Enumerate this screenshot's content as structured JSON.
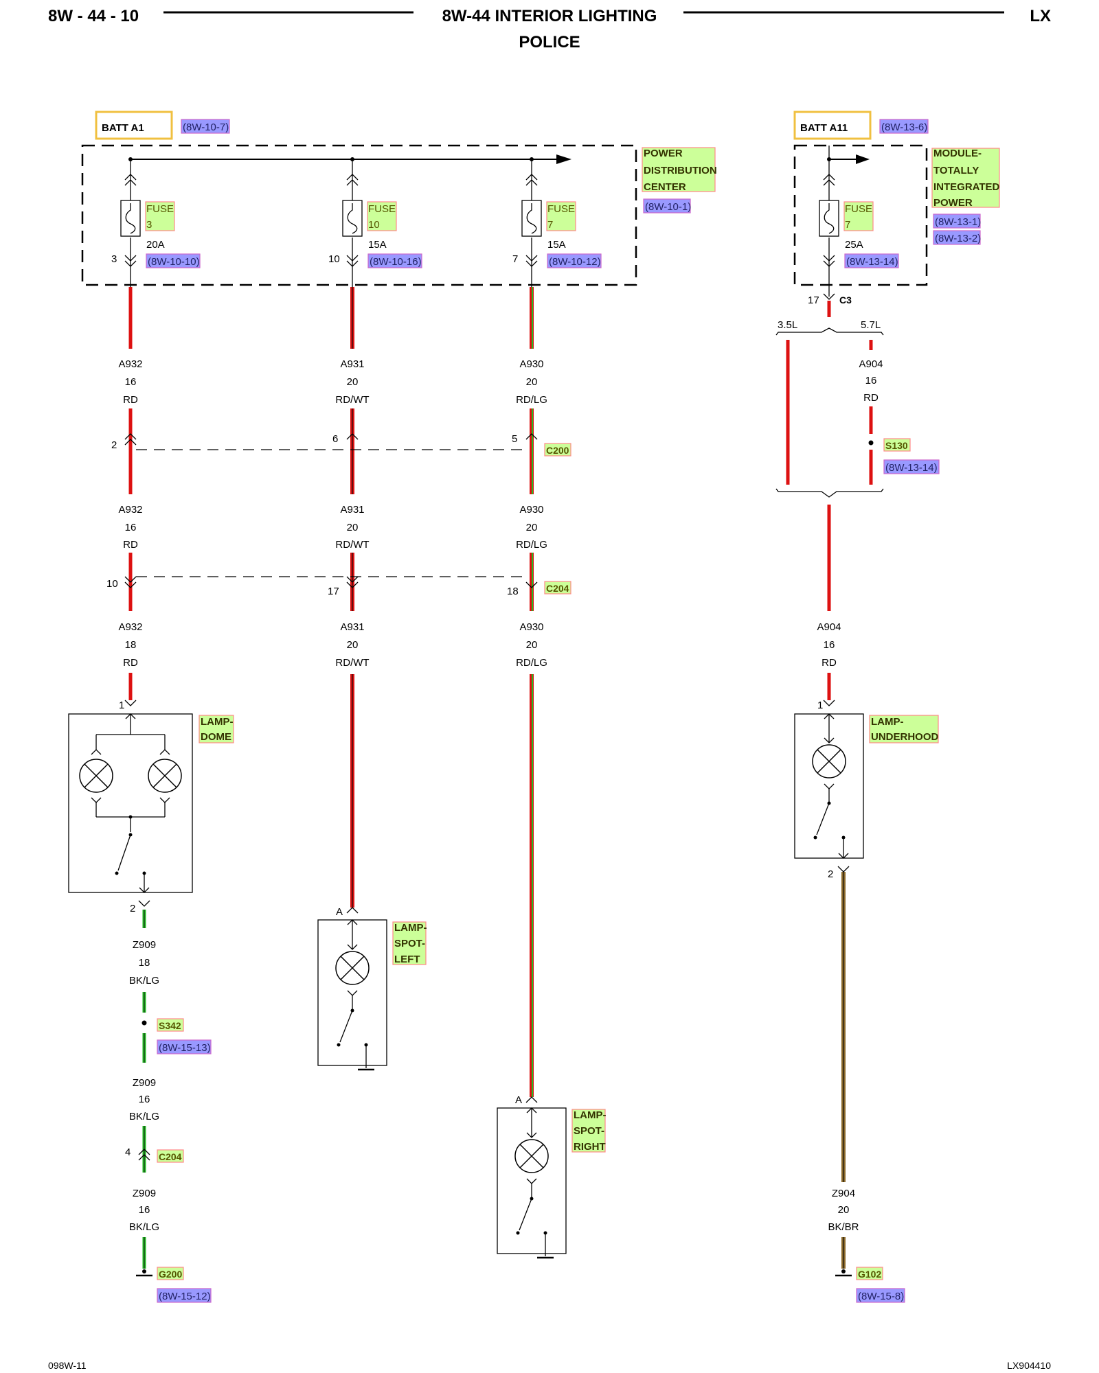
{
  "header": {
    "page_id": "8W - 44 - 10",
    "title": "8W-44 INTERIOR LIGHTING",
    "subtitle": "POLICE",
    "model": "LX"
  },
  "footer": {
    "left": "098W-11",
    "right": "LX904410"
  },
  "colors": {
    "red": "#dd1111",
    "green": "#22bb22",
    "brown": "#8b6a2b",
    "black": "#111111",
    "tag_fill": "#ccff99",
    "ref_fill": "#9999ff",
    "batt_border": "#f0c040"
  },
  "batt_a1": {
    "label": "BATT A1",
    "ref": "(8W-10-7)"
  },
  "batt_a11": {
    "label": "BATT A11",
    "ref": "(8W-13-6)"
  },
  "pdc": {
    "lines": [
      "POWER",
      "DISTRIBUTION",
      "CENTER"
    ],
    "ref": "(8W-10-1)"
  },
  "tipm": {
    "lines": [
      "MODULE-",
      "TOTALLY",
      "INTEGRATED",
      "POWER"
    ],
    "refs": [
      "(8W-13-1)",
      "(8W-13-2)"
    ]
  },
  "fuses": [
    {
      "word": "FUSE",
      "num": "3",
      "amp": "20A",
      "pin": "3",
      "ref": "(8W-10-10)"
    },
    {
      "word": "FUSE",
      "num": "10",
      "amp": "15A",
      "pin": "10",
      "ref": "(8W-10-16)"
    },
    {
      "word": "FUSE",
      "num": "7",
      "amp": "15A",
      "pin": "7",
      "ref": "(8W-10-12)"
    },
    {
      "word": "FUSE",
      "num": "7",
      "amp": "25A",
      "ref": "(8W-13-14)"
    }
  ],
  "c3": {
    "pin": "17",
    "name": "C3"
  },
  "engine": {
    "left": "3.5L",
    "right": "5.7L"
  },
  "wires": {
    "a932_1": [
      "A932",
      "16",
      "RD"
    ],
    "a931_1": [
      "A931",
      "20",
      "RD/WT"
    ],
    "a930_1": [
      "A930",
      "20",
      "RD/LG"
    ],
    "a904_1": [
      "A904",
      "16",
      "RD"
    ],
    "a932_2": [
      "A932",
      "16",
      "RD"
    ],
    "a931_2": [
      "A931",
      "20",
      "RD/WT"
    ],
    "a930_2": [
      "A930",
      "20",
      "RD/LG"
    ],
    "a932_3": [
      "A932",
      "18",
      "RD"
    ],
    "a931_3": [
      "A931",
      "20",
      "RD/WT"
    ],
    "a930_3": [
      "A930",
      "20",
      "RD/LG"
    ],
    "a904_2": [
      "A904",
      "16",
      "RD"
    ],
    "z909_1": [
      "Z909",
      "18",
      "BK/LG"
    ],
    "z909_2": [
      "Z909",
      "16",
      "BK/LG"
    ],
    "z909_3": [
      "Z909",
      "16",
      "BK/LG"
    ],
    "z904": [
      "Z904",
      "20",
      "BK/BR"
    ]
  },
  "c200": {
    "name": "C200",
    "pins": [
      "2",
      "6",
      "5"
    ]
  },
  "c204": {
    "name": "C204",
    "pins": [
      "10",
      "17",
      "18"
    ]
  },
  "s130": {
    "name": "S130",
    "ref": "(8W-13-14)"
  },
  "lamps": {
    "dome": {
      "lines": [
        "LAMP-",
        "DOME"
      ],
      "pin_in": "1",
      "pin_out": "2"
    },
    "spot_left": {
      "lines": [
        "LAMP-",
        "SPOT-",
        "LEFT"
      ],
      "pin": "A"
    },
    "spot_right": {
      "lines": [
        "LAMP-",
        "SPOT-",
        "RIGHT"
      ],
      "pin": "A"
    },
    "underhood": {
      "lines": [
        "LAMP-",
        "UNDERHOOD"
      ],
      "pin_in": "1",
      "pin_out": "2"
    }
  },
  "s342": {
    "name": "S342",
    "ref": "(8W-15-13)"
  },
  "c204_ground": {
    "name": "C204",
    "pin": "4"
  },
  "g200": {
    "name": "G200",
    "ref": "(8W-15-12)"
  },
  "g102": {
    "name": "G102",
    "ref": "(8W-15-8)"
  }
}
